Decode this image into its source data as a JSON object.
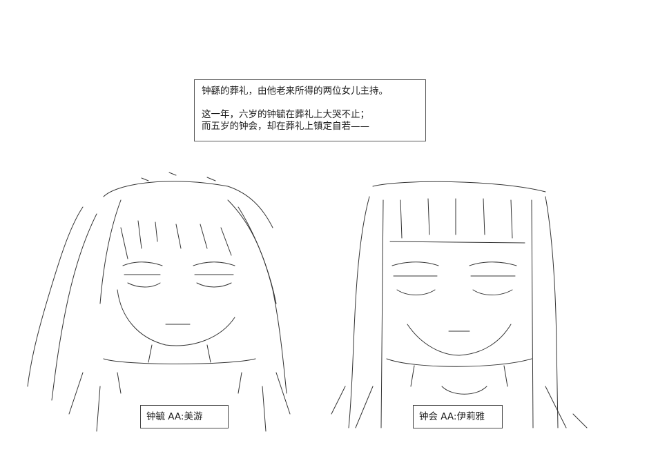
{
  "narration": {
    "lines": [
      "钟繇的葬礼，由他老来所得的两位女儿主持。",
      "",
      "这一年，六岁的钟毓在葬礼上大哭不止；",
      "而五岁的钟会，却在葬礼上镇定自若——"
    ]
  },
  "captions": {
    "left": "钟毓 AA:美游",
    "right": "钟会 AA:伊莉雅"
  },
  "colors": {
    "ink": "#222222",
    "box_border": "#555555",
    "background": "#ffffff"
  }
}
